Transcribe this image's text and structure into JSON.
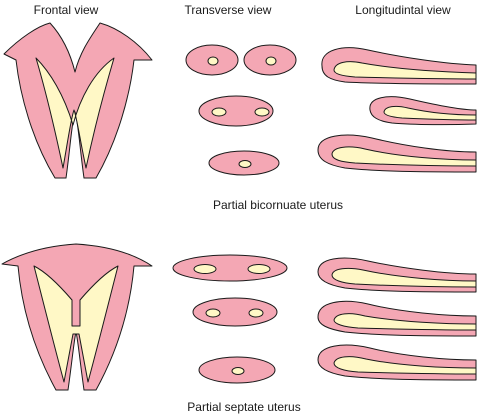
{
  "columns": {
    "frontal": "Frontal view",
    "transverse": "Transverse view",
    "longitudinal": "Longitudintal view"
  },
  "panels": {
    "bicornuate": {
      "caption": "Partial bicornuate uterus"
    },
    "septate": {
      "caption": "Partial septate uterus"
    }
  },
  "colors": {
    "tissue": "#f4a7b4",
    "cavity": "#fff8c6",
    "outline": "#1a1a1a"
  }
}
